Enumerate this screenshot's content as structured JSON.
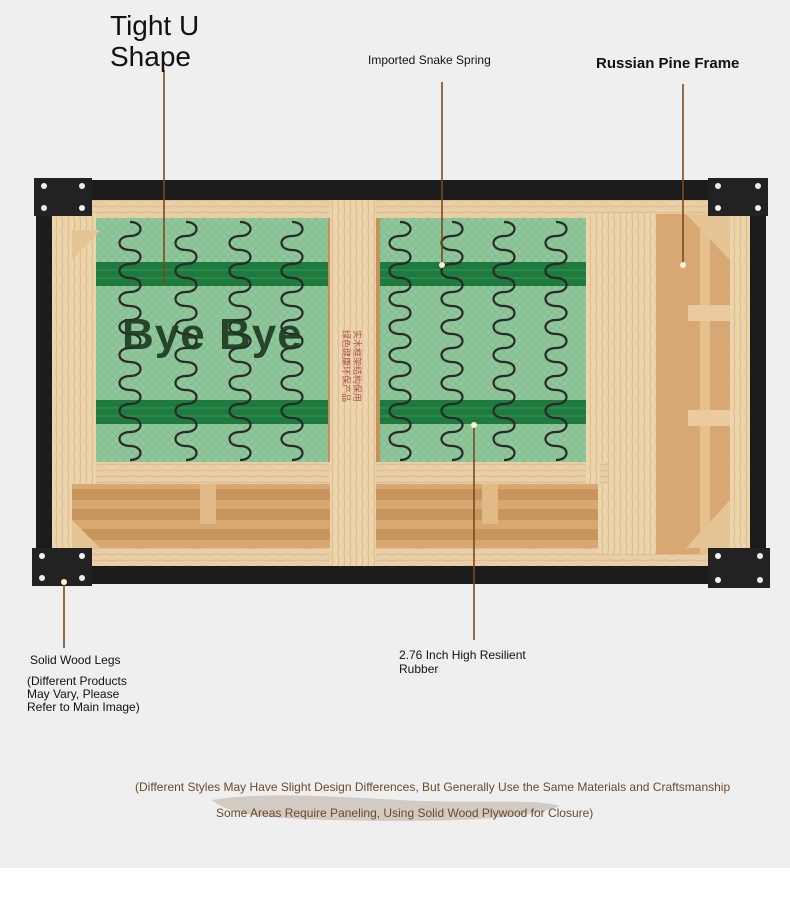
{
  "image": {
    "title_line1": "Tight U",
    "title_line2": "Shape",
    "overlay_text": "Bye Bye",
    "labels": {
      "spring": "Imported Snake Spring",
      "frame": "Russian Pine Frame",
      "legs": "Solid Wood Legs",
      "legs_note": [
        "(Different Products",
        "May Vary, Please",
        "Refer to Main Image)"
      ],
      "rubber_line1": "2.76 Inch High Resilient",
      "rubber_line2": "Rubber"
    },
    "footer_line1": "(Different Styles May Have Slight Design Differences, But Generally Use the Same Materials and Craftsmanship",
    "footer_line2": "Some Areas Require Paneling, Using Solid Wood Plywood for Closure)",
    "stamp_lines": [
      "绿色健康环保产品",
      "实木框架结构保用"
    ],
    "colors": {
      "background": "#efefef",
      "steel_frame": "#1c1c1c",
      "pine_wood": "#e8c9a0",
      "webbing": "#1f7a3e",
      "mesh": "#8ec79a",
      "pointer_line": "#7a4a1e"
    }
  }
}
